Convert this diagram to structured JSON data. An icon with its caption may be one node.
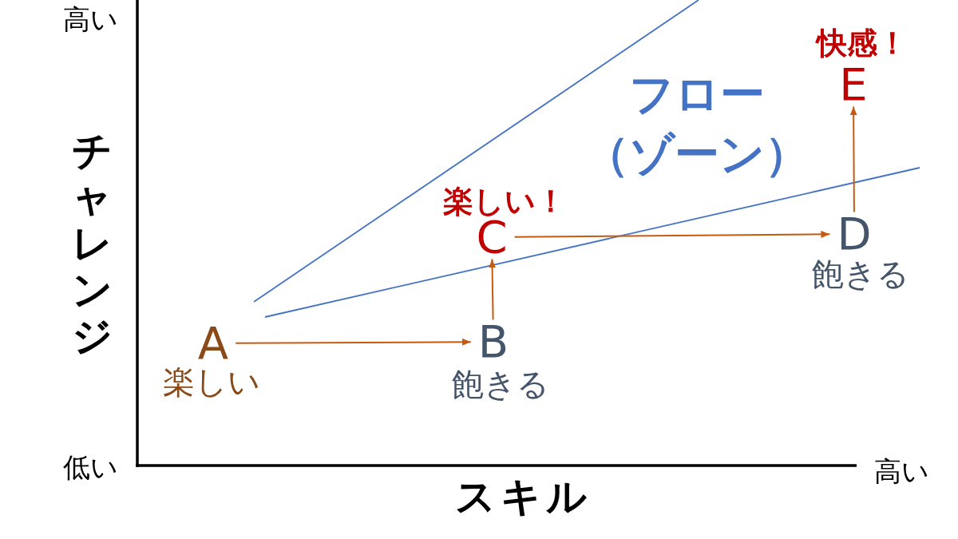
{
  "diagram": {
    "nodes": [
      {
        "text": [
          "A"
        ],
        "beside": [
          "楽しい"
        ]
      },
      {
        "text": [
          "B"
        ],
        "beside": [
          "飽きる"
        ]
      },
      {
        "text": [
          "C"
        ],
        "beside": [
          "楽しい！"
        ]
      },
      {
        "text": [
          "D"
        ],
        "beside": [
          "飽きる"
        ]
      },
      {
        "text": [
          "E"
        ],
        "beside": [
          "快感！"
        ]
      }
    ],
    "edges": [
      {
        "from": 0,
        "to": 1,
        "arrow": "to"
      },
      {
        "from": 1,
        "to": 2,
        "arrow": "to"
      },
      {
        "from": 2,
        "to": 3,
        "arrow": "to"
      },
      {
        "from": 3,
        "to": 4,
        "arrow": "to"
      }
    ],
    "labels": [
      "高い",
      "チャレンジ",
      "フロー（ゾーン）",
      "低い",
      "高い",
      "スキル"
    ]
  }
}
